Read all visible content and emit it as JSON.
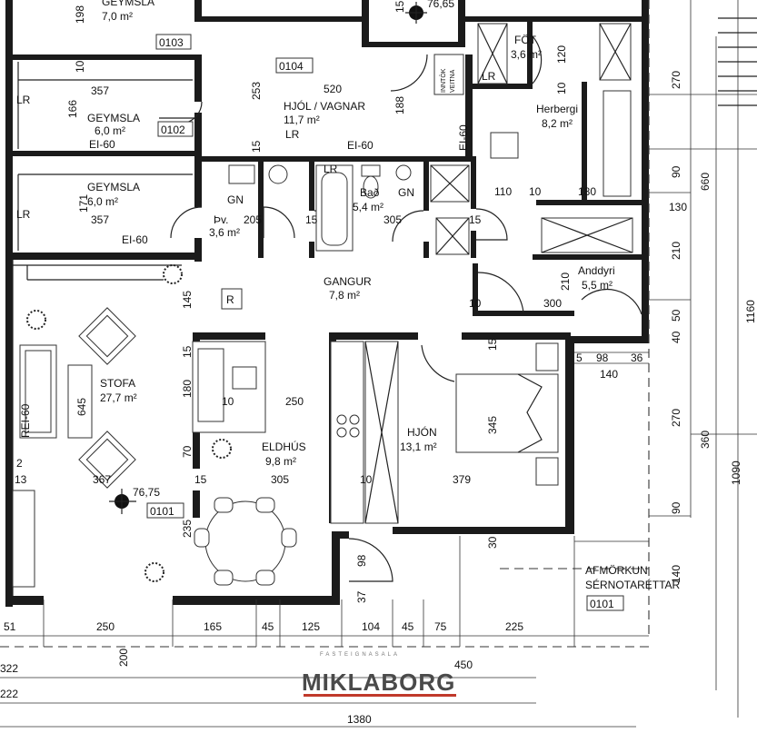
{
  "rooms": {
    "top_left": {
      "name": "GEYMSLA",
      "area": "7,0 m²",
      "code": "0103"
    },
    "hjol": {
      "name": "HJÓL / VAGNAR",
      "area": "11,7 m²",
      "code": "0104",
      "extra": "LR",
      "width": "520"
    },
    "geymsla_1": {
      "name": "GEYMSLA",
      "area": "6,0 m²",
      "fire": "EI-60",
      "code": "0102"
    },
    "geymsla_2": {
      "name": "GEYMSLA",
      "area": "6,0 m²"
    },
    "fot": {
      "name": "FÖT",
      "area": "3,6 m²"
    },
    "herbergi": {
      "name": "Herbergi",
      "area": "8,2 m²"
    },
    "bad": {
      "name": "Bað",
      "area": "5,4 m²"
    },
    "pv": {
      "name": "Þv.",
      "area": "3,6 m²"
    },
    "gangur": {
      "name": "GANGUR",
      "area": "7,8 m²"
    },
    "anddyri": {
      "name": "Anddyri",
      "area": "5,5 m²"
    },
    "stofa": {
      "name": "STOFA",
      "area": "27,7 m²"
    },
    "eldhus": {
      "name": "ELDHÚS",
      "area": "9,8 m²"
    },
    "hjon": {
      "name": "HJÓN",
      "area": "13,1 m²"
    },
    "afmorkun": {
      "line1": "AFMÖRKUN",
      "line2": "SÉRNOTARÉTTAR",
      "code": "0101"
    }
  },
  "labels": {
    "lr": "LR",
    "gn": "GN",
    "ei60": "EI-60",
    "rei60": "REI-60",
    "r_symbol": "R",
    "instok": "INNTÖK",
    "veitna": "VEITNA",
    "elev_top": "76,65",
    "elev_stofa": "76,75",
    "stofa_code": "0101"
  },
  "dimensions": {
    "top": [
      "198",
      "10",
      "253",
      "188",
      "15",
      "15",
      "120",
      "10",
      "270"
    ],
    "mid": [
      "357",
      "166",
      "171",
      "357",
      "205",
      "15",
      "305",
      "15",
      "110",
      "10",
      "180",
      "130",
      "90",
      "660",
      "210",
      "10",
      "300",
      "210",
      "50",
      "40",
      "1160"
    ],
    "lower": [
      "145",
      "15",
      "180",
      "10",
      "250",
      "645",
      "70",
      "367",
      "13",
      "2",
      "15",
      "305",
      "10",
      "379",
      "345",
      "15",
      "98",
      "36",
      "140",
      "5",
      "270",
      "360",
      "1090",
      "90",
      "235",
      "98",
      "37",
      "30",
      "140"
    ],
    "bottom_chain": [
      "51",
      "250",
      "165",
      "45",
      "125",
      "104",
      "45",
      "75",
      "225"
    ],
    "bottom_totals": [
      "322",
      "200",
      "450",
      "222",
      "1380"
    ]
  },
  "brand": {
    "name": "MIKLABORG",
    "subtitle": "FASTEIGNASALA"
  }
}
